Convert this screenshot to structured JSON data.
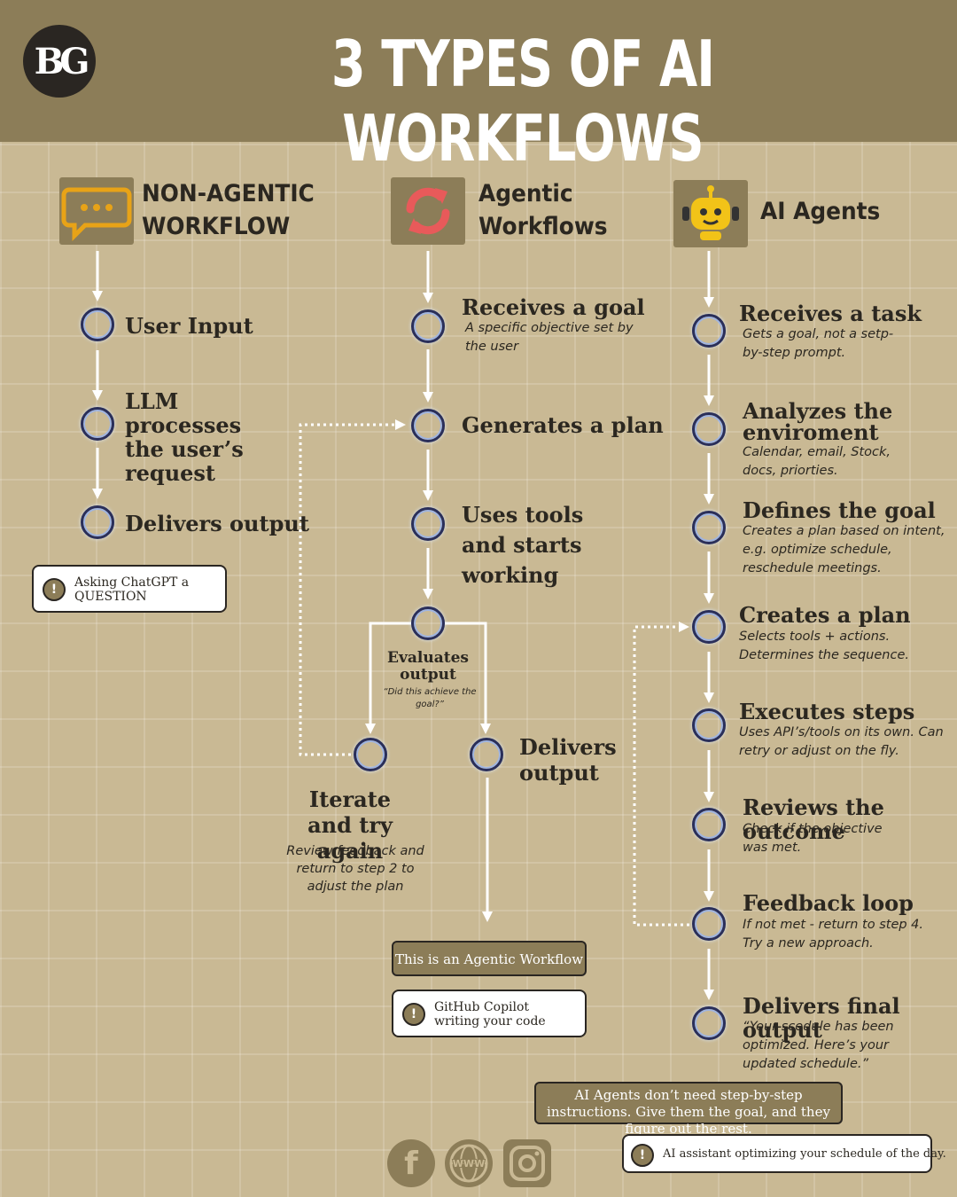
{
  "header": {
    "logo_text": "BG",
    "title": "3 TYPES OF AI WORKFLOWS"
  },
  "columns": [
    {
      "heading": [
        "NON-AGENTIC",
        "WORKFLOW"
      ],
      "icon": "chat-bubble-icon",
      "steps": [
        {
          "title": "User Input"
        },
        {
          "title": "LLM processes the user’s request"
        },
        {
          "title": "Delivers output"
        }
      ],
      "example": "Asking ChatGPT a QUESTION"
    },
    {
      "heading": [
        "Agentic",
        "Workflows"
      ],
      "icon": "refresh-cycle-icon",
      "steps": [
        {
          "title": "Receives a goal",
          "sub": "A specific objective set by the user"
        },
        {
          "title": "Generates a plan"
        },
        {
          "title": "Uses tools and starts working"
        },
        {
          "title": "Evaluates output",
          "sub": "“Did this achieve the goal?”"
        },
        {
          "title": "Iterate and try again",
          "sub": "Review feedback and return to step 2 to adjust the plan"
        },
        {
          "title": "Delivers output"
        }
      ],
      "banner": "This is an Agentic Workflow",
      "example": "GitHub Copilot writing your code"
    },
    {
      "heading": [
        "AI Agents"
      ],
      "icon": "robot-icon",
      "steps": [
        {
          "title": "Receives a task",
          "sub": "Gets a goal, not a setp-by-step prompt."
        },
        {
          "title": "Analyzes the enviroment",
          "sub": "Calendar, email, Stock, docs, priorties."
        },
        {
          "title": "Defines the goal",
          "sub": "Creates a plan based on intent, e.g. optimize schedule, reschedule meetings."
        },
        {
          "title": "Creates a plan",
          "sub": "Selects tools + actions. Determines the sequence."
        },
        {
          "title": "Executes steps",
          "sub": "Uses API’s/tools on its own. Can retry or adjust on the fly."
        },
        {
          "title": "Reviews the outcome",
          "sub": "Check if the objective was met."
        },
        {
          "title": "Feedback loop",
          "sub": "If not met - return to step 4. Try a new approach."
        },
        {
          "title": "Delivers final output",
          "sub": "“Your scedule has been optimized. Here’s your updated schedule.”"
        }
      ],
      "banner": "AI Agents don’t need step-by-step instructions. Give them the goal, and they figure out the rest.",
      "example": "AI assistant optimizing your schedule of the day."
    }
  ],
  "social": [
    {
      "icon": "facebook-icon",
      "glyph": "f"
    },
    {
      "icon": "globe-icon",
      "glyph": "WWW"
    },
    {
      "icon": "instagram-icon",
      "glyph": ""
    }
  ],
  "colors": {
    "header_bg": "#8c7d58",
    "page_bg": "#c9b994",
    "node_ring": "#2a2f5a",
    "chat_icon": "#e8a317",
    "cycle_icon": "#e85a5a",
    "robot_icon": "#f2c318"
  }
}
